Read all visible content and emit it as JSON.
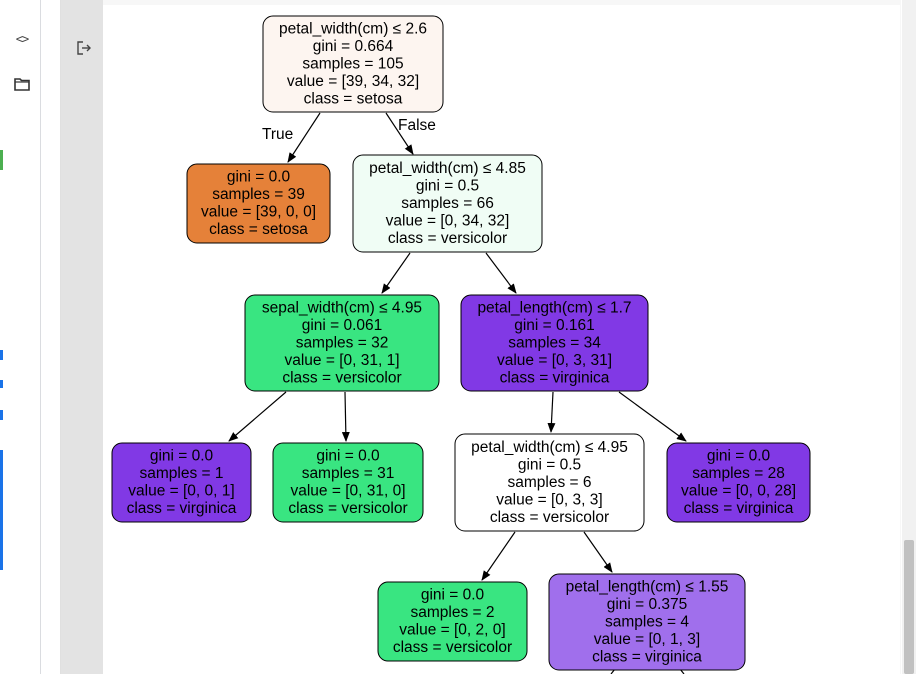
{
  "sidebar": {
    "icons": [
      {
        "name": "code-icon",
        "glyph": "<>"
      },
      {
        "name": "folder-icon"
      }
    ]
  },
  "cell": {
    "output_icon": "output-redirect-icon"
  },
  "colors": {
    "setosa_pure": "#e58139",
    "setosa_light": "#fdf5f0",
    "versicolor_pure": "#39e581",
    "versicolor_light": "#f0fdf5",
    "virginica_pure": "#8139e5",
    "virginica_mid": "#a06fec",
    "white": "#ffffff"
  },
  "tree": {
    "edge_labels": {
      "true": "True",
      "false": "False"
    },
    "nodes": [
      {
        "id": "n0",
        "lines": [
          "petal_width(cm) ≤ 2.6",
          "gini = 0.664",
          "samples = 105",
          "value = [39, 34, 32]",
          "class = setosa"
        ],
        "fill": "setosa_light"
      },
      {
        "id": "n1",
        "lines": [
          "gini = 0.0",
          "samples = 39",
          "value = [39, 0, 0]",
          "class = setosa"
        ],
        "fill": "setosa_pure"
      },
      {
        "id": "n2",
        "lines": [
          "petal_width(cm) ≤ 4.85",
          "gini = 0.5",
          "samples = 66",
          "value = [0, 34, 32]",
          "class = versicolor"
        ],
        "fill": "versicolor_light"
      },
      {
        "id": "n3",
        "lines": [
          "sepal_width(cm) ≤ 4.95",
          "gini = 0.061",
          "samples = 32",
          "value = [0, 31, 1]",
          "class = versicolor"
        ],
        "fill": "versicolor_pure"
      },
      {
        "id": "n4",
        "lines": [
          "petal_length(cm) ≤ 1.7",
          "gini = 0.161",
          "samples = 34",
          "value = [0, 3, 31]",
          "class = virginica"
        ],
        "fill": "virginica_pure"
      },
      {
        "id": "n5",
        "lines": [
          "gini = 0.0",
          "samples = 1",
          "value = [0, 0, 1]",
          "class = virginica"
        ],
        "fill": "virginica_pure"
      },
      {
        "id": "n6",
        "lines": [
          "gini = 0.0",
          "samples = 31",
          "value = [0, 31, 0]",
          "class = versicolor"
        ],
        "fill": "versicolor_pure"
      },
      {
        "id": "n7",
        "lines": [
          "petal_width(cm) ≤ 4.95",
          "gini = 0.5",
          "samples = 6",
          "value = [0, 3, 3]",
          "class = versicolor"
        ],
        "fill": "white"
      },
      {
        "id": "n8",
        "lines": [
          "gini = 0.0",
          "samples = 28",
          "value = [0, 0, 28]",
          "class = virginica"
        ],
        "fill": "virginica_pure"
      },
      {
        "id": "n9",
        "lines": [
          "gini = 0.0",
          "samples = 2",
          "value = [0, 2, 0]",
          "class = versicolor"
        ],
        "fill": "versicolor_pure"
      },
      {
        "id": "n10",
        "lines": [
          "petal_length(cm) ≤ 1.55",
          "gini = 0.375",
          "samples = 4",
          "value = [0, 1, 3]",
          "class = virginica"
        ],
        "fill": "virginica_mid"
      }
    ],
    "edges": [
      {
        "from": "n0",
        "to": "n1",
        "label": "true"
      },
      {
        "from": "n0",
        "to": "n2",
        "label": "false"
      },
      {
        "from": "n2",
        "to": "n3"
      },
      {
        "from": "n2",
        "to": "n4"
      },
      {
        "from": "n3",
        "to": "n5"
      },
      {
        "from": "n3",
        "to": "n6"
      },
      {
        "from": "n4",
        "to": "n7"
      },
      {
        "from": "n4",
        "to": "n8"
      },
      {
        "from": "n7",
        "to": "n9"
      },
      {
        "from": "n7",
        "to": "n10"
      },
      {
        "from": "n10",
        "to": "offscreen-left"
      },
      {
        "from": "n10",
        "to": "offscreen-right"
      }
    ]
  }
}
